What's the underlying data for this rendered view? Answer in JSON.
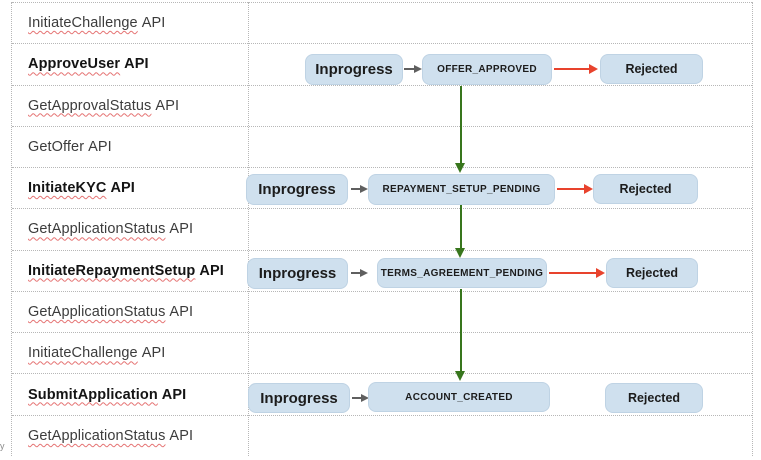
{
  "table": {
    "rows": [
      {
        "word": "InitiateChallenge",
        "suffix": "API"
      },
      {
        "word": "ApproveUser",
        "suffix": "API"
      },
      {
        "word": "GetApprovalStatus",
        "suffix": "API"
      },
      {
        "word": "GetOffer",
        "suffix": "API"
      },
      {
        "word": "InitiateKYC",
        "suffix": "API"
      },
      {
        "word": "GetApplicationStatus",
        "suffix": "API"
      },
      {
        "word": "InitiateRepaymentSetup",
        "suffix": "API"
      },
      {
        "word": "GetApplicationStatus",
        "suffix": "API"
      },
      {
        "word": "InitiateChallenge",
        "suffix": "API"
      },
      {
        "word": "SubmitApplication",
        "suffix": "API"
      },
      {
        "word": "GetApplicationStatus",
        "suffix": "API"
      }
    ]
  },
  "flows": [
    {
      "in_progress": "Inprogress",
      "state": "OFFER_APPROVED",
      "rejected": "Rejected"
    },
    {
      "in_progress": "Inprogress",
      "state": "REPAYMENT_SETUP_PENDING",
      "rejected": "Rejected"
    },
    {
      "in_progress": "Inprogress",
      "state": "TERMS_AGREEMENT_PENDING",
      "rejected": "Rejected"
    },
    {
      "in_progress": "Inprogress",
      "state": "ACCOUNT_CREATED",
      "rejected": "Rejected"
    }
  ],
  "stray_fragment": "y",
  "colors": {
    "box_fill": "#cfe0ee",
    "success_arrow": "#38761d",
    "reject_arrow": "#e8432d",
    "neutral_arrow": "#5f5f5f",
    "spellcheck": "#e57373",
    "grid_line": "#b7b7b7"
  }
}
